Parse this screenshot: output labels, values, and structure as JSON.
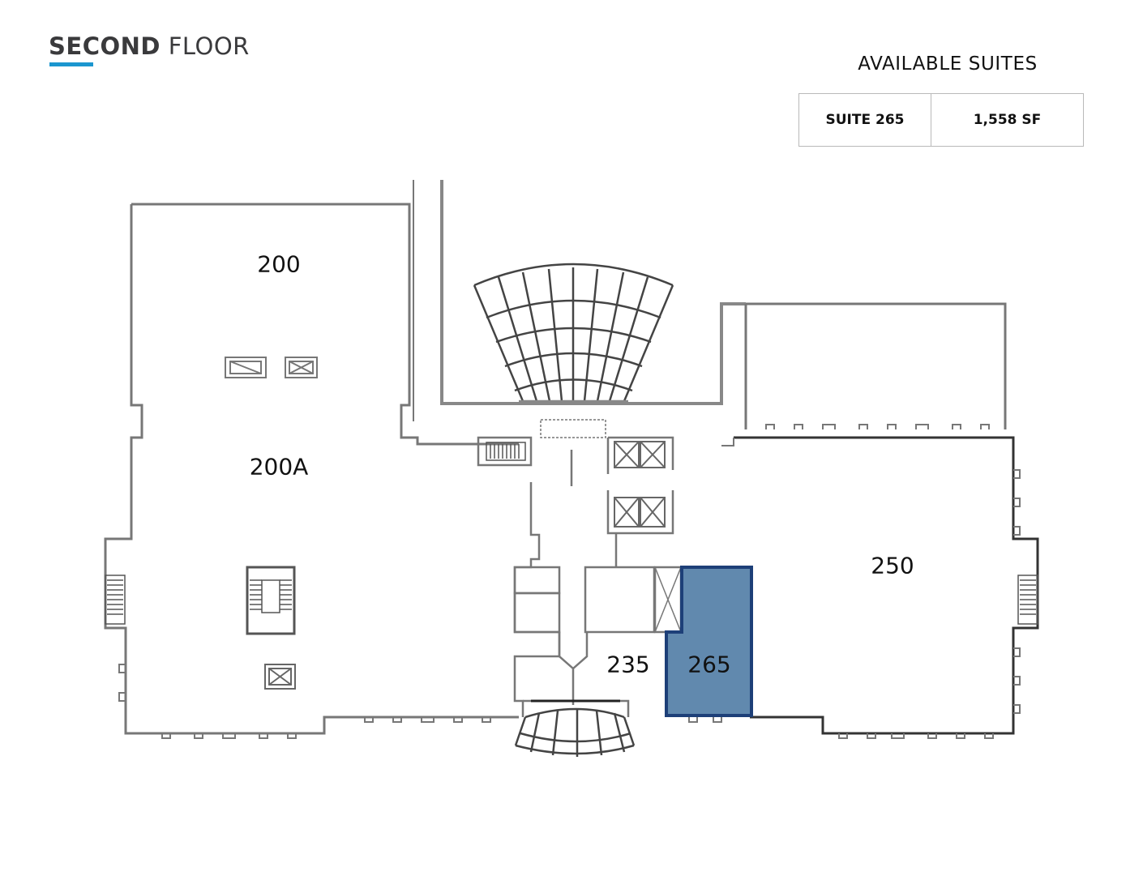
{
  "header": {
    "floor_title_bold": "SECOND",
    "floor_title_light": "FLOOR",
    "accent_color": "#1b96cf"
  },
  "available_suites": {
    "heading": "AVAILABLE SUITES",
    "rows": [
      {
        "suite": "SUITE 265",
        "size": "1,558 SF"
      }
    ]
  },
  "floor_plan": {
    "highlight_fill": "#6189ae",
    "highlight_stroke": "#1d3f78",
    "rooms": [
      {
        "id": "200",
        "label": "200"
      },
      {
        "id": "200A",
        "label": "200A"
      },
      {
        "id": "250",
        "label": "250"
      },
      {
        "id": "235",
        "label": "235"
      },
      {
        "id": "265",
        "label": "265",
        "available": true
      }
    ],
    "icons": [
      "elevator-icon",
      "stair-icon",
      "shaft-icon",
      "atrium-canopy-icon",
      "entry-canopy-icon",
      "restroom-icon"
    ]
  }
}
